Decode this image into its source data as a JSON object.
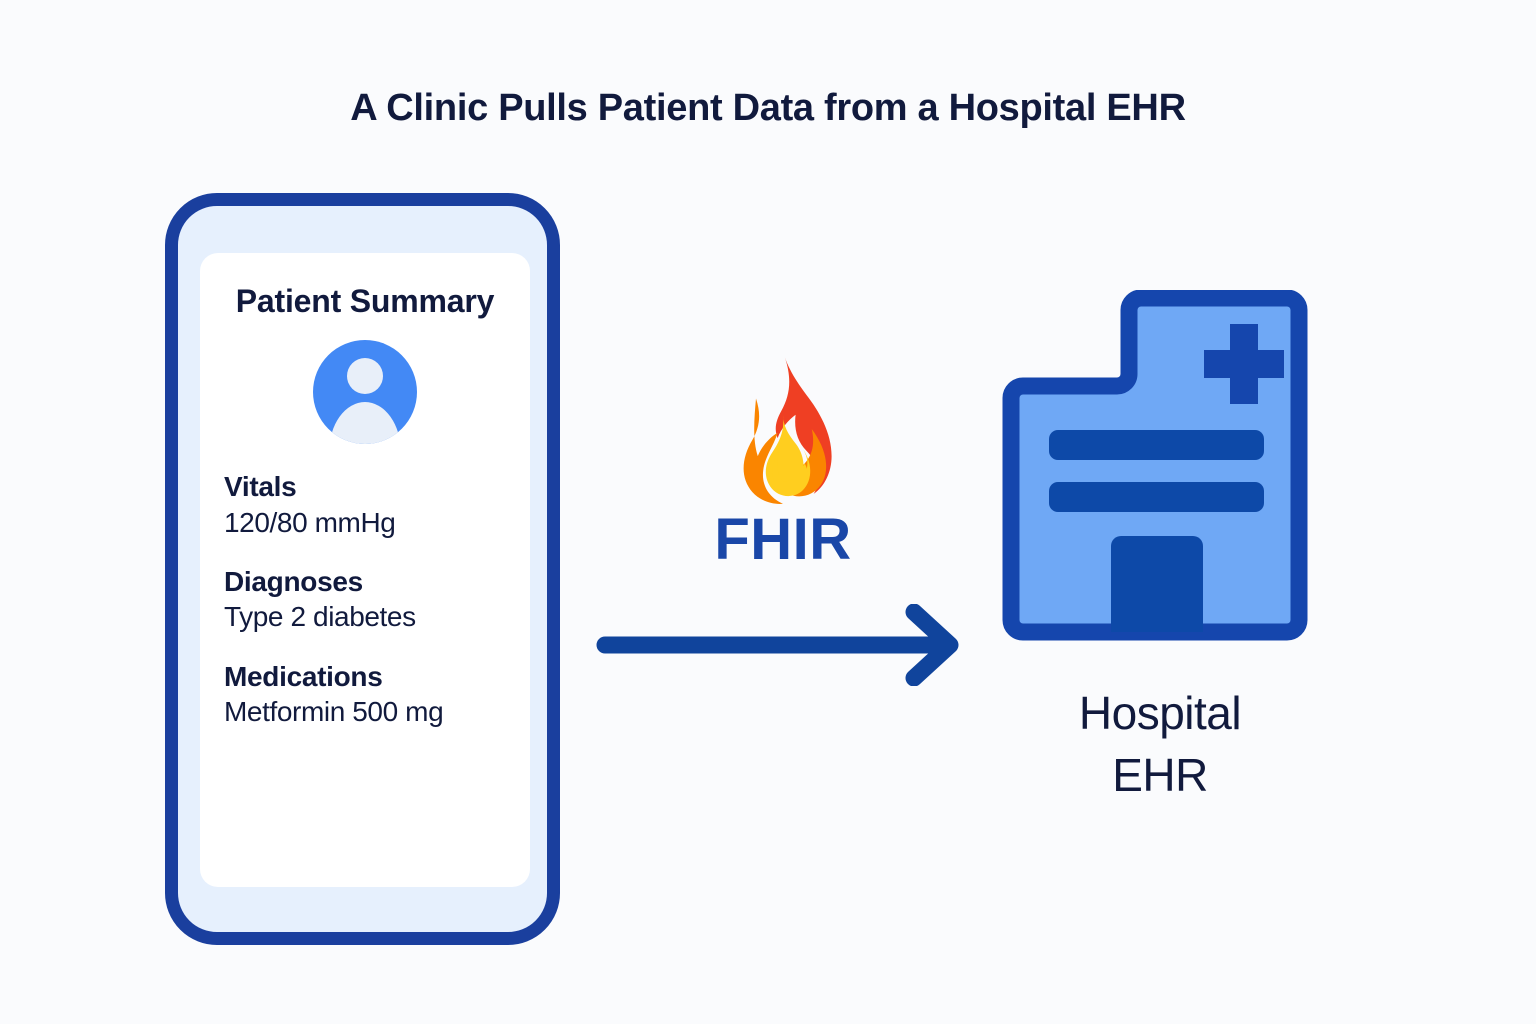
{
  "title": "A Clinic Pulls Patient Data from a Hospital EHR",
  "colors": {
    "background": "#fafbfd",
    "title_text": "#111a3d",
    "phone_frame": "#1a3f9e",
    "phone_bezel": "#e6f0fd",
    "card_background": "#ffffff",
    "avatar_circle": "#4389f5",
    "avatar_figure": "#e8eff9",
    "fhir_label": "#1a47a8",
    "flame_outer": "#ef3f23",
    "flame_mid": "#fa8500",
    "flame_inner": "#ffce1f",
    "arrow": "#10449c",
    "hospital_fill": "#6fa8f5",
    "hospital_stroke": "#1546ad"
  },
  "phone": {
    "card": {
      "title": "Patient Summary",
      "avatar_icon": "person-avatar-icon",
      "fields": [
        {
          "label": "Vitals",
          "value": "120/80 mmHg"
        },
        {
          "label": "Diagnoses",
          "value": "Type 2 diabetes"
        },
        {
          "label": "Medications",
          "value": "Metformin 500 mg"
        }
      ]
    }
  },
  "middle": {
    "flame_icon": "fhir-flame-icon",
    "standard_label": "FHIR",
    "arrow_icon": "arrow-right-icon",
    "arrow_direction": "right"
  },
  "destination": {
    "icon": "hospital-building-icon",
    "label_line1": "Hospital",
    "label_line2": "EHR",
    "cross_icon": "medical-cross-icon"
  }
}
